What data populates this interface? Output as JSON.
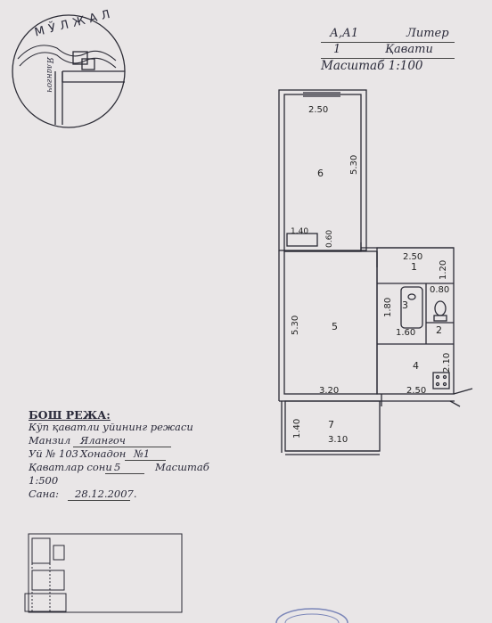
{
  "stamp": {
    "top_text": "МЎЛЖАЛ",
    "street": "Ялангоч"
  },
  "title_block": {
    "liter_value": "А,А1",
    "liter_label": "Литер",
    "floor_value": "1",
    "floor_label": "Қавати",
    "scale": "Масштаб 1:100"
  },
  "plan": {
    "rooms": [
      {
        "number": "6"
      },
      {
        "number": "5"
      },
      {
        "number": "1"
      },
      {
        "number": "3"
      },
      {
        "number": "2"
      },
      {
        "number": "4"
      },
      {
        "number": "7"
      }
    ],
    "dimensions": {
      "room6_width": "2.50",
      "room6_length": "5.30",
      "niche_width": "1.40",
      "niche_depth": "0.60",
      "room5_length": "5.30",
      "room5_width": "3.20",
      "room1_width": "2.50",
      "room1_depth": "1.20",
      "room3_height": "1.80",
      "room3_width": "1.60",
      "room2_width": "0.80",
      "room4_depth": "2.10",
      "room4_width": "2.50",
      "balcony_depth": "1.40",
      "balcony_width": "3.10"
    }
  },
  "info": {
    "heading": "БОШ РЕЖА:",
    "plan_type": "Кўп қаватли уйининг режаси",
    "address_label": "Манзил",
    "address_value": "Ялангоч",
    "house_label": "Уй №",
    "house_value": "103",
    "apt_label": "Хонадон",
    "apt_value": "№1",
    "floors_label": "Қаватлар сони",
    "floors_value": "5",
    "scale_label": "Масштаб",
    "scale_value": "1:500",
    "date_label": "Сана:",
    "date_value": "28.12.2007."
  }
}
